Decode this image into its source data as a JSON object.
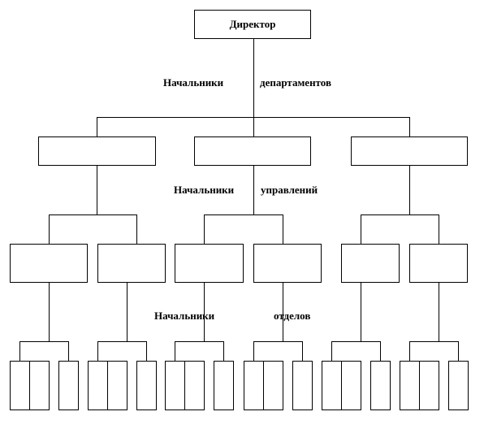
{
  "director": {
    "label": "Директор"
  },
  "labels": {
    "departments_a": "Начальники",
    "departments_b": "департаментов",
    "directorates_a": "Начальники",
    "directorates_b": "управлений",
    "divisions_a": "Начальники",
    "divisions_b": "отделов"
  },
  "departments": [
    {
      "label": ""
    },
    {
      "label": ""
    },
    {
      "label": ""
    }
  ],
  "directorates": [
    {
      "label": ""
    },
    {
      "label": ""
    },
    {
      "label": ""
    },
    {
      "label": ""
    },
    {
      "label": ""
    },
    {
      "label": ""
    }
  ],
  "division_groups": [
    {
      "slots": 3
    },
    {
      "slots": 3
    },
    {
      "slots": 3
    },
    {
      "slots": 3
    },
    {
      "slots": 3
    },
    {
      "slots": 3
    }
  ]
}
